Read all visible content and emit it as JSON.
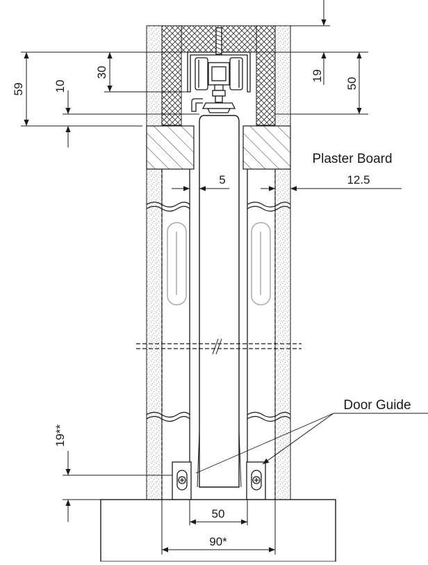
{
  "labels": {
    "plaster_board": "Plaster Board",
    "door_guide": "Door Guide"
  },
  "dimensions": {
    "d59": "59",
    "d10": "10",
    "d30": "30",
    "d19": "19",
    "d50_right": "50",
    "d5": "5",
    "d12_5": "12.5",
    "d19_star": "19**",
    "d50_bottom": "50",
    "d90_star": "90*"
  },
  "colors": {
    "line": "#1a1a1a",
    "stipple": "#555555",
    "hatch": "#333333",
    "slot": "#aaaaaa"
  }
}
